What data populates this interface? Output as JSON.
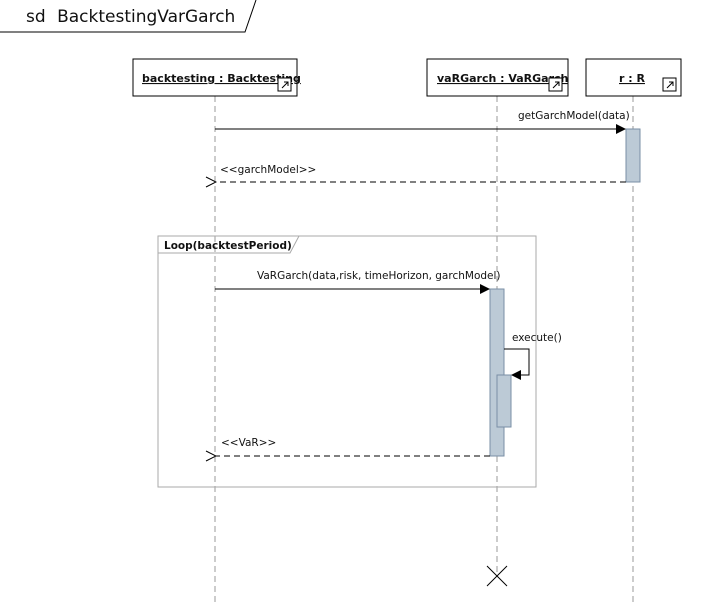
{
  "frame": {
    "kind": "sd",
    "name": "BacktestingVarGarch"
  },
  "lifelines": [
    {
      "id": "backtesting",
      "label": "backtesting : Backtesting"
    },
    {
      "id": "vargarch",
      "label": "vaRGarch : VaRGarch"
    },
    {
      "id": "r",
      "label": "r : R"
    }
  ],
  "messages": [
    {
      "id": "getGarchModel",
      "label": "getGarchModel(data)",
      "from": "backtesting",
      "to": "r",
      "kind": "sync"
    },
    {
      "id": "garchModel",
      "label": "<<garchModel>>",
      "from": "r",
      "to": "backtesting",
      "kind": "return"
    },
    {
      "id": "varGarch",
      "label": "VaRGarch(data,risk, timeHorizon, garchModel)",
      "from": "backtesting",
      "to": "vargarch",
      "kind": "sync"
    },
    {
      "id": "execute",
      "label": "execute()",
      "from": "vargarch",
      "to": "vargarch",
      "kind": "self"
    },
    {
      "id": "var",
      "label": "<<VaR>>",
      "from": "vargarch",
      "to": "backtesting",
      "kind": "return"
    }
  ],
  "fragment": {
    "operator": "Loop",
    "guard": "backtestPeriod",
    "label": "Loop(backtestPeriod)"
  },
  "colors": {
    "activation_fill": "#bccad6",
    "activation_stroke": "#7a8fa6",
    "line": "#000000",
    "lifeline_dash": "#999999",
    "fragment_border": "#aaaaaa"
  }
}
